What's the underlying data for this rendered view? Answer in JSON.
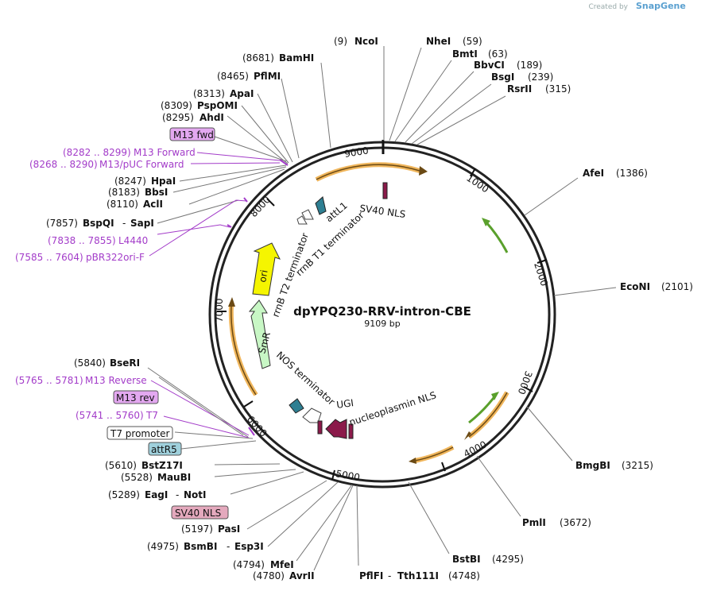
{
  "credit": {
    "created_by": "Created by",
    "brand": "SnapGene"
  },
  "plasmid": {
    "name": "dpYPQ230-RRV-intron-CBE",
    "size_label": "9109 bp"
  },
  "ticks": [
    "1000",
    "2000",
    "3000",
    "4000",
    "5000",
    "6000",
    "7000",
    "8000",
    "9000"
  ],
  "sites": [
    {
      "pos": "(9)",
      "name": "NcoI"
    },
    {
      "pos": "(59)",
      "name": "NheI"
    },
    {
      "pos": "(63)",
      "name": "BmtI"
    },
    {
      "pos": "(189)",
      "name": "BbvCI"
    },
    {
      "pos": "(239)",
      "name": "BsgI"
    },
    {
      "pos": "(315)",
      "name": "RsrII"
    },
    {
      "pos": "(1386)",
      "name": "AfeI"
    },
    {
      "pos": "(2101)",
      "name": "EcoNI"
    },
    {
      "pos": "(3215)",
      "name": "BmgBI"
    },
    {
      "pos": "(3672)",
      "name": "PmlI"
    },
    {
      "pos": "(4295)",
      "name": "BstBI"
    },
    {
      "pos": "(4748)",
      "name": "PflFI",
      "name2": "Tth111I"
    },
    {
      "pos": "(4780)",
      "name": "AvrII"
    },
    {
      "pos": "(4794)",
      "name": "MfeI"
    },
    {
      "pos": "(4975)",
      "name": "BsmBI",
      "name2": "Esp3I"
    },
    {
      "pos": "(5197)",
      "name": "PasI"
    },
    {
      "pos": "(5289)",
      "name": "EagI",
      "name2": "NotI"
    },
    {
      "pos": "(5528)",
      "name": "MauBI"
    },
    {
      "pos": "(5610)",
      "name": "BstZ17I"
    },
    {
      "pos": "(5840)",
      "name": "BseRI"
    },
    {
      "pos": "(7857)",
      "name": "BspQI",
      "name2": "SapI"
    },
    {
      "pos": "(8110)",
      "name": "AclI"
    },
    {
      "pos": "(8183)",
      "name": "BbsI"
    },
    {
      "pos": "(8247)",
      "name": "HpaI"
    },
    {
      "pos": "(8295)",
      "name": "AhdI"
    },
    {
      "pos": "(8309)",
      "name": "PspOMI"
    },
    {
      "pos": "(8313)",
      "name": "ApaI"
    },
    {
      "pos": "(8465)",
      "name": "PflMI"
    },
    {
      "pos": "(8681)",
      "name": "BamHI"
    }
  ],
  "primers": [
    {
      "range": "(8282 .. 8299)",
      "name": "M13 Forward"
    },
    {
      "range": "(8268 .. 8290)",
      "name": "M13/pUC Forward"
    },
    {
      "range": "(7838 .. 7855)",
      "name": "L4440"
    },
    {
      "range": "(7585 .. 7604)",
      "name": "pBR322ori-F"
    },
    {
      "range": "(5765 .. 5781)",
      "name": "M13 Reverse"
    },
    {
      "range": "(5741 .. 5760)",
      "name": "T7"
    }
  ],
  "boxed": [
    {
      "label": "M13 fwd",
      "fill": "#e3a8f0"
    },
    {
      "label": "M13 rev",
      "fill": "#e3a8f0"
    },
    {
      "label": "T7 promoter",
      "fill": "#ffffff"
    },
    {
      "label": "attR5",
      "fill": "#9fd0dc"
    },
    {
      "label": "SV40 NLS",
      "fill": "#e4a9bd"
    }
  ],
  "features": {
    "sv40_nls": "SV40 NLS",
    "attL1": "attL1",
    "rrnb_t1": "rrnB T1 terminator",
    "rrnb_t2": "rrnB T2 terminator",
    "ori": "ori",
    "smr": "SmR",
    "nos": "NOS terminator",
    "ugi": "UGI",
    "nucleoplasmin": "nucleoplasmin NLS"
  },
  "colors": {
    "primer": "#a33cc9",
    "ori": "#f5f500",
    "smr": "#c8f7c5",
    "orf_orange": "#f0b65c",
    "nls": "#8b1a4a",
    "teal": "#2e7f92"
  }
}
